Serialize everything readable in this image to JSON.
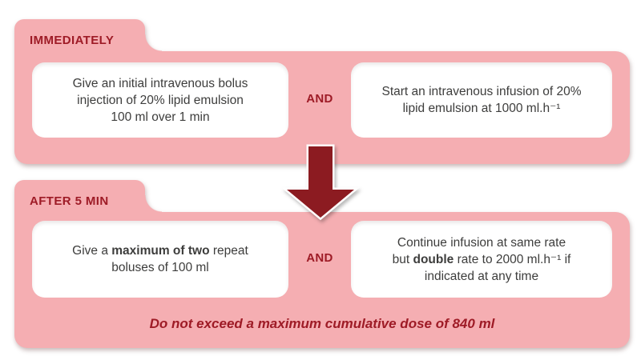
{
  "colors": {
    "panel_pink": "#F5AEB2",
    "dark_red_text": "#9E1B26",
    "arrow_red": "#8C1B21",
    "body_text": "#3D3D3C",
    "box_white": "#FFFFFF"
  },
  "panel_immediately": {
    "title": "IMMEDIATELY",
    "and_label": "AND",
    "bolus_box": {
      "l1": "Give an initial intravenous bolus",
      "l2": "injection of 20% lipid emulsion",
      "l3": "100 ml over 1 min"
    },
    "infusion_box": {
      "l1": "Start an intravenous infusion of 20%",
      "l2": "lipid emulsion at 1000 ml.h⁻¹"
    }
  },
  "arrow": {
    "name": "down-arrow",
    "direction": "down"
  },
  "panel_after_5_min": {
    "title": "AFTER 5 MIN",
    "and_label": "AND",
    "repeat_bolus_box": {
      "l1a": "Give a ",
      "l1b": "maximum of two",
      "l1c": " repeat",
      "l2": "boluses of 100 ml"
    },
    "continue_infusion_box": {
      "l1": "Continue infusion at same rate",
      "l2a": "but ",
      "l2b": "double",
      "l2c": " rate to 2000 ml.h⁻¹ if",
      "l3": "indicated at any time"
    },
    "footer": "Do not exceed a maximum cumulative dose of 840 ml"
  }
}
